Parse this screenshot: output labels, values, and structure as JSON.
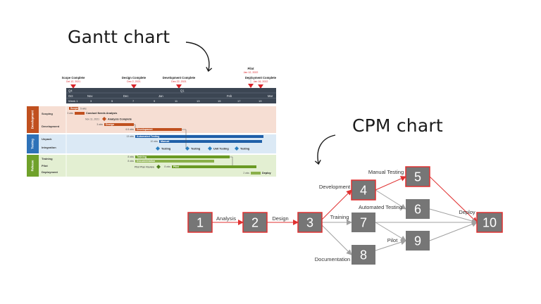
{
  "titles": {
    "gantt": "Gantt chart",
    "cpm": "CPM chart"
  },
  "colors": {
    "gantt_orange": "#c0501f",
    "gantt_blue": "#1f5fa8",
    "gantt_green": "#6a9a24",
    "milestone_red": "#d9242a",
    "header_dark": "#3c4653",
    "cpm_box": "#767676",
    "cpm_red": "#e03030",
    "cpm_gray_edge": "#a0a0a0"
  },
  "gantt": {
    "milestones": [
      {
        "label": "Scope Complete",
        "date": "Oct 12, 2021"
      },
      {
        "label": "Design Complete",
        "date": "Dec 2, 2021"
      },
      {
        "label": "Development Complete",
        "date": "Dec 22, 2021"
      },
      {
        "label": "Pilot",
        "date": "Jan 12, 2022"
      },
      {
        "label": "Deployment Complete",
        "date": "Jan 16, 2022"
      }
    ],
    "header": {
      "quarters": [
        "Q4",
        "Q1"
      ],
      "months": [
        "Oct",
        "Nov",
        "Dec",
        "Jan",
        "Feb",
        "Mar"
      ],
      "week_label": "Week 1",
      "weeks": [
        "3",
        "5",
        "7",
        "9",
        "11",
        "13",
        "15",
        "17",
        "19"
      ]
    },
    "swimlanes": [
      {
        "name": "Development",
        "rows": [
          "Scoping",
          "Development"
        ]
      },
      {
        "name": "Testing",
        "rows": [
          "Unpack",
          "Integration"
        ]
      },
      {
        "name": "Release",
        "rows": [
          "Training",
          "Pilot",
          "Deployment"
        ]
      }
    ],
    "tasks": [
      {
        "label": "Scope",
        "duration": "5 wks"
      },
      {
        "label": "Conduct Needs Analysis",
        "duration": "3 wks"
      },
      {
        "label": "Analysis Complete",
        "duration": "Nov 11, 2021"
      },
      {
        "label": "Design",
        "duration": "3 wks"
      },
      {
        "label": "Development",
        "duration": "6.5 wks"
      },
      {
        "label": "Automated Testing",
        "duration": "13 wks"
      },
      {
        "label": "Manual",
        "duration": "10 wks"
      },
      {
        "label": "Testing",
        "duration": ""
      },
      {
        "label": "Testing",
        "duration": ""
      },
      {
        "label": "Unit Testing",
        "duration": ""
      },
      {
        "label": "Testing",
        "duration": ""
      },
      {
        "label": "Training",
        "duration": "8 wks"
      },
      {
        "label": "Documentation",
        "duration": "8 wks"
      },
      {
        "label": "Pilot Plan Review",
        "duration": ""
      },
      {
        "label": "Pilot",
        "duration": "8 wks"
      },
      {
        "label": "Deploy",
        "duration": "2 wks"
      }
    ]
  },
  "cpm": {
    "nodes": [
      {
        "id": "1",
        "label": "1",
        "critical": true
      },
      {
        "id": "2",
        "label": "2",
        "critical": true
      },
      {
        "id": "3",
        "label": "3",
        "critical": true
      },
      {
        "id": "4",
        "label": "4",
        "critical": true
      },
      {
        "id": "5",
        "label": "5",
        "critical": true
      },
      {
        "id": "6",
        "label": "6",
        "critical": false
      },
      {
        "id": "7",
        "label": "7",
        "critical": false
      },
      {
        "id": "8",
        "label": "8",
        "critical": false
      },
      {
        "id": "9",
        "label": "9",
        "critical": false
      },
      {
        "id": "10",
        "label": "10",
        "critical": true
      }
    ],
    "edges": [
      {
        "from": "1",
        "to": "2",
        "label": "Analysis",
        "critical": true
      },
      {
        "from": "2",
        "to": "3",
        "label": "Design",
        "critical": true
      },
      {
        "from": "3",
        "to": "4",
        "label": "Development",
        "critical": true
      },
      {
        "from": "3",
        "to": "7",
        "label": "Training",
        "critical": false
      },
      {
        "from": "3",
        "to": "8",
        "label": "Documentation",
        "critical": false
      },
      {
        "from": "4",
        "to": "5",
        "label": "Manual Testing",
        "critical": true
      },
      {
        "from": "4",
        "to": "6",
        "label": "Automated Testing",
        "critical": false
      },
      {
        "from": "5",
        "to": "10",
        "label": "Deploy",
        "critical": true
      },
      {
        "from": "6",
        "to": "10",
        "label": "",
        "critical": false
      },
      {
        "from": "7",
        "to": "9",
        "label": "Pilot",
        "critical": false
      },
      {
        "from": "7",
        "to": "10",
        "label": "",
        "critical": false
      },
      {
        "from": "9",
        "to": "10",
        "label": "",
        "critical": false
      },
      {
        "from": "8",
        "to": "9",
        "label": "",
        "critical": false
      }
    ]
  }
}
